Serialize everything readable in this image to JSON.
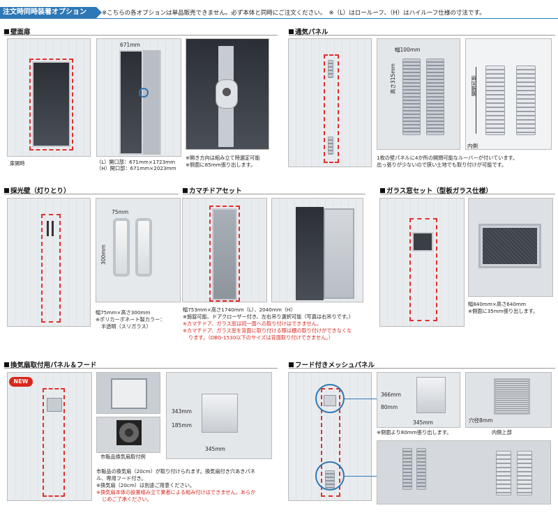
{
  "header": {
    "tag": "注文時同時装着オプション",
    "note": "※こちらの各オプションは単品販売できません。必ず本体と同時にご注文ください。　※（L）はロールーフ、（H）はハイルーフ仕様の寸法です。"
  },
  "sections": {
    "wall_door": {
      "title": "壁面扉",
      "open_label": "扉開時",
      "width_dim": "671mm",
      "caption_l": "（L）開口部：671mm×1723mm",
      "caption_h": "（H）開口部：671mm×2023mm",
      "note1": "※開き方向は組み立て時選定可能",
      "note2": "※側面に85mm張り出します。"
    },
    "vent_panel": {
      "title": "通気パネル",
      "width_dim": "幅100mm",
      "height_dim": "高さ315mm",
      "adjust_label": "開閉可能",
      "inside_label": "内側",
      "caption1": "1枚の壁パネルに4か所の開閉可能なルーバーが付いています。",
      "caption2": "出っ張りが少ないので狭い土地でも取り付けが可能です。"
    },
    "skylight_wall": {
      "title": "採光壁（灯りとり）",
      "width_dim": "75mm",
      "height_dim": "300mm",
      "caption1": "幅75mm×高さ300mm",
      "caption2": "※ポリカーボネート製カラー：",
      "caption3": "半透明（スリガラス）"
    },
    "kamachi_door": {
      "title": "カマチドアセット",
      "caption1": "幅753mm×高さ1740mm（L）、2040mm（H）",
      "caption2": "※施錠可能、ドアクローザー付き、左右吊り選択可能（写真は右吊りです。）",
      "note1": "※カマチドア、ガラス窓は同一面への取り付けはできません。",
      "note2": "※カマチドア、ガラス窓を背面に取り付ける際は棚の取り付けができなくな",
      "note3": "ります。（DBG-1530以下のサイズは背面取り付けできません。）"
    },
    "glass_window": {
      "title": "ガラス窓セット（型板ガラス仕様）",
      "caption1": "幅840mm×高さ640mm",
      "caption2": "※側面に35mm張り出します。"
    },
    "vent_fan": {
      "title": "換気扇取付用パネル＆フード",
      "badge": "NEW",
      "fan_label": "市販品換気扇取付例",
      "hood_height": "343mm",
      "hood_depth": "185mm",
      "hood_width": "345mm",
      "caption1": "市販品の換気扇（20cm）が取り付けられます。換気扇付き穴あきパネ",
      "caption2": "ル、専用フード付き。",
      "caption3": "※換気扇（20cm）は別途ご用意ください。",
      "note1": "※換気扇本体の設置組み立て業者による組み付けはできません。あらか",
      "note2": "じめご了承ください。"
    },
    "mesh_panel": {
      "title": "フード付きメッシュパネル",
      "height_dim": "366mm",
      "depth_dim": "80mm",
      "width_dim": "345mm",
      "hole_label": "穴径8mm",
      "inside_label": "内側上部",
      "caption1": "※側面より80mm張り出します。"
    }
  }
}
